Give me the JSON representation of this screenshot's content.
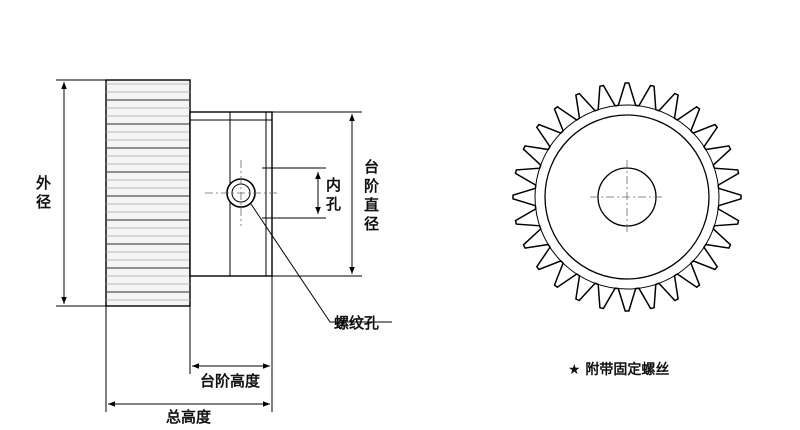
{
  "labels": {
    "outer_diameter": [
      "外",
      "径"
    ],
    "inner_bore": [
      "内",
      "孔"
    ],
    "hub_diameter": [
      "台",
      "阶",
      "直",
      "径"
    ],
    "set_screw_hole": "螺纹孔",
    "hub_height": "台阶高度",
    "total_height": "总高度",
    "note": "★ 附带固定螺丝"
  },
  "gear": {
    "teeth": 28
  }
}
